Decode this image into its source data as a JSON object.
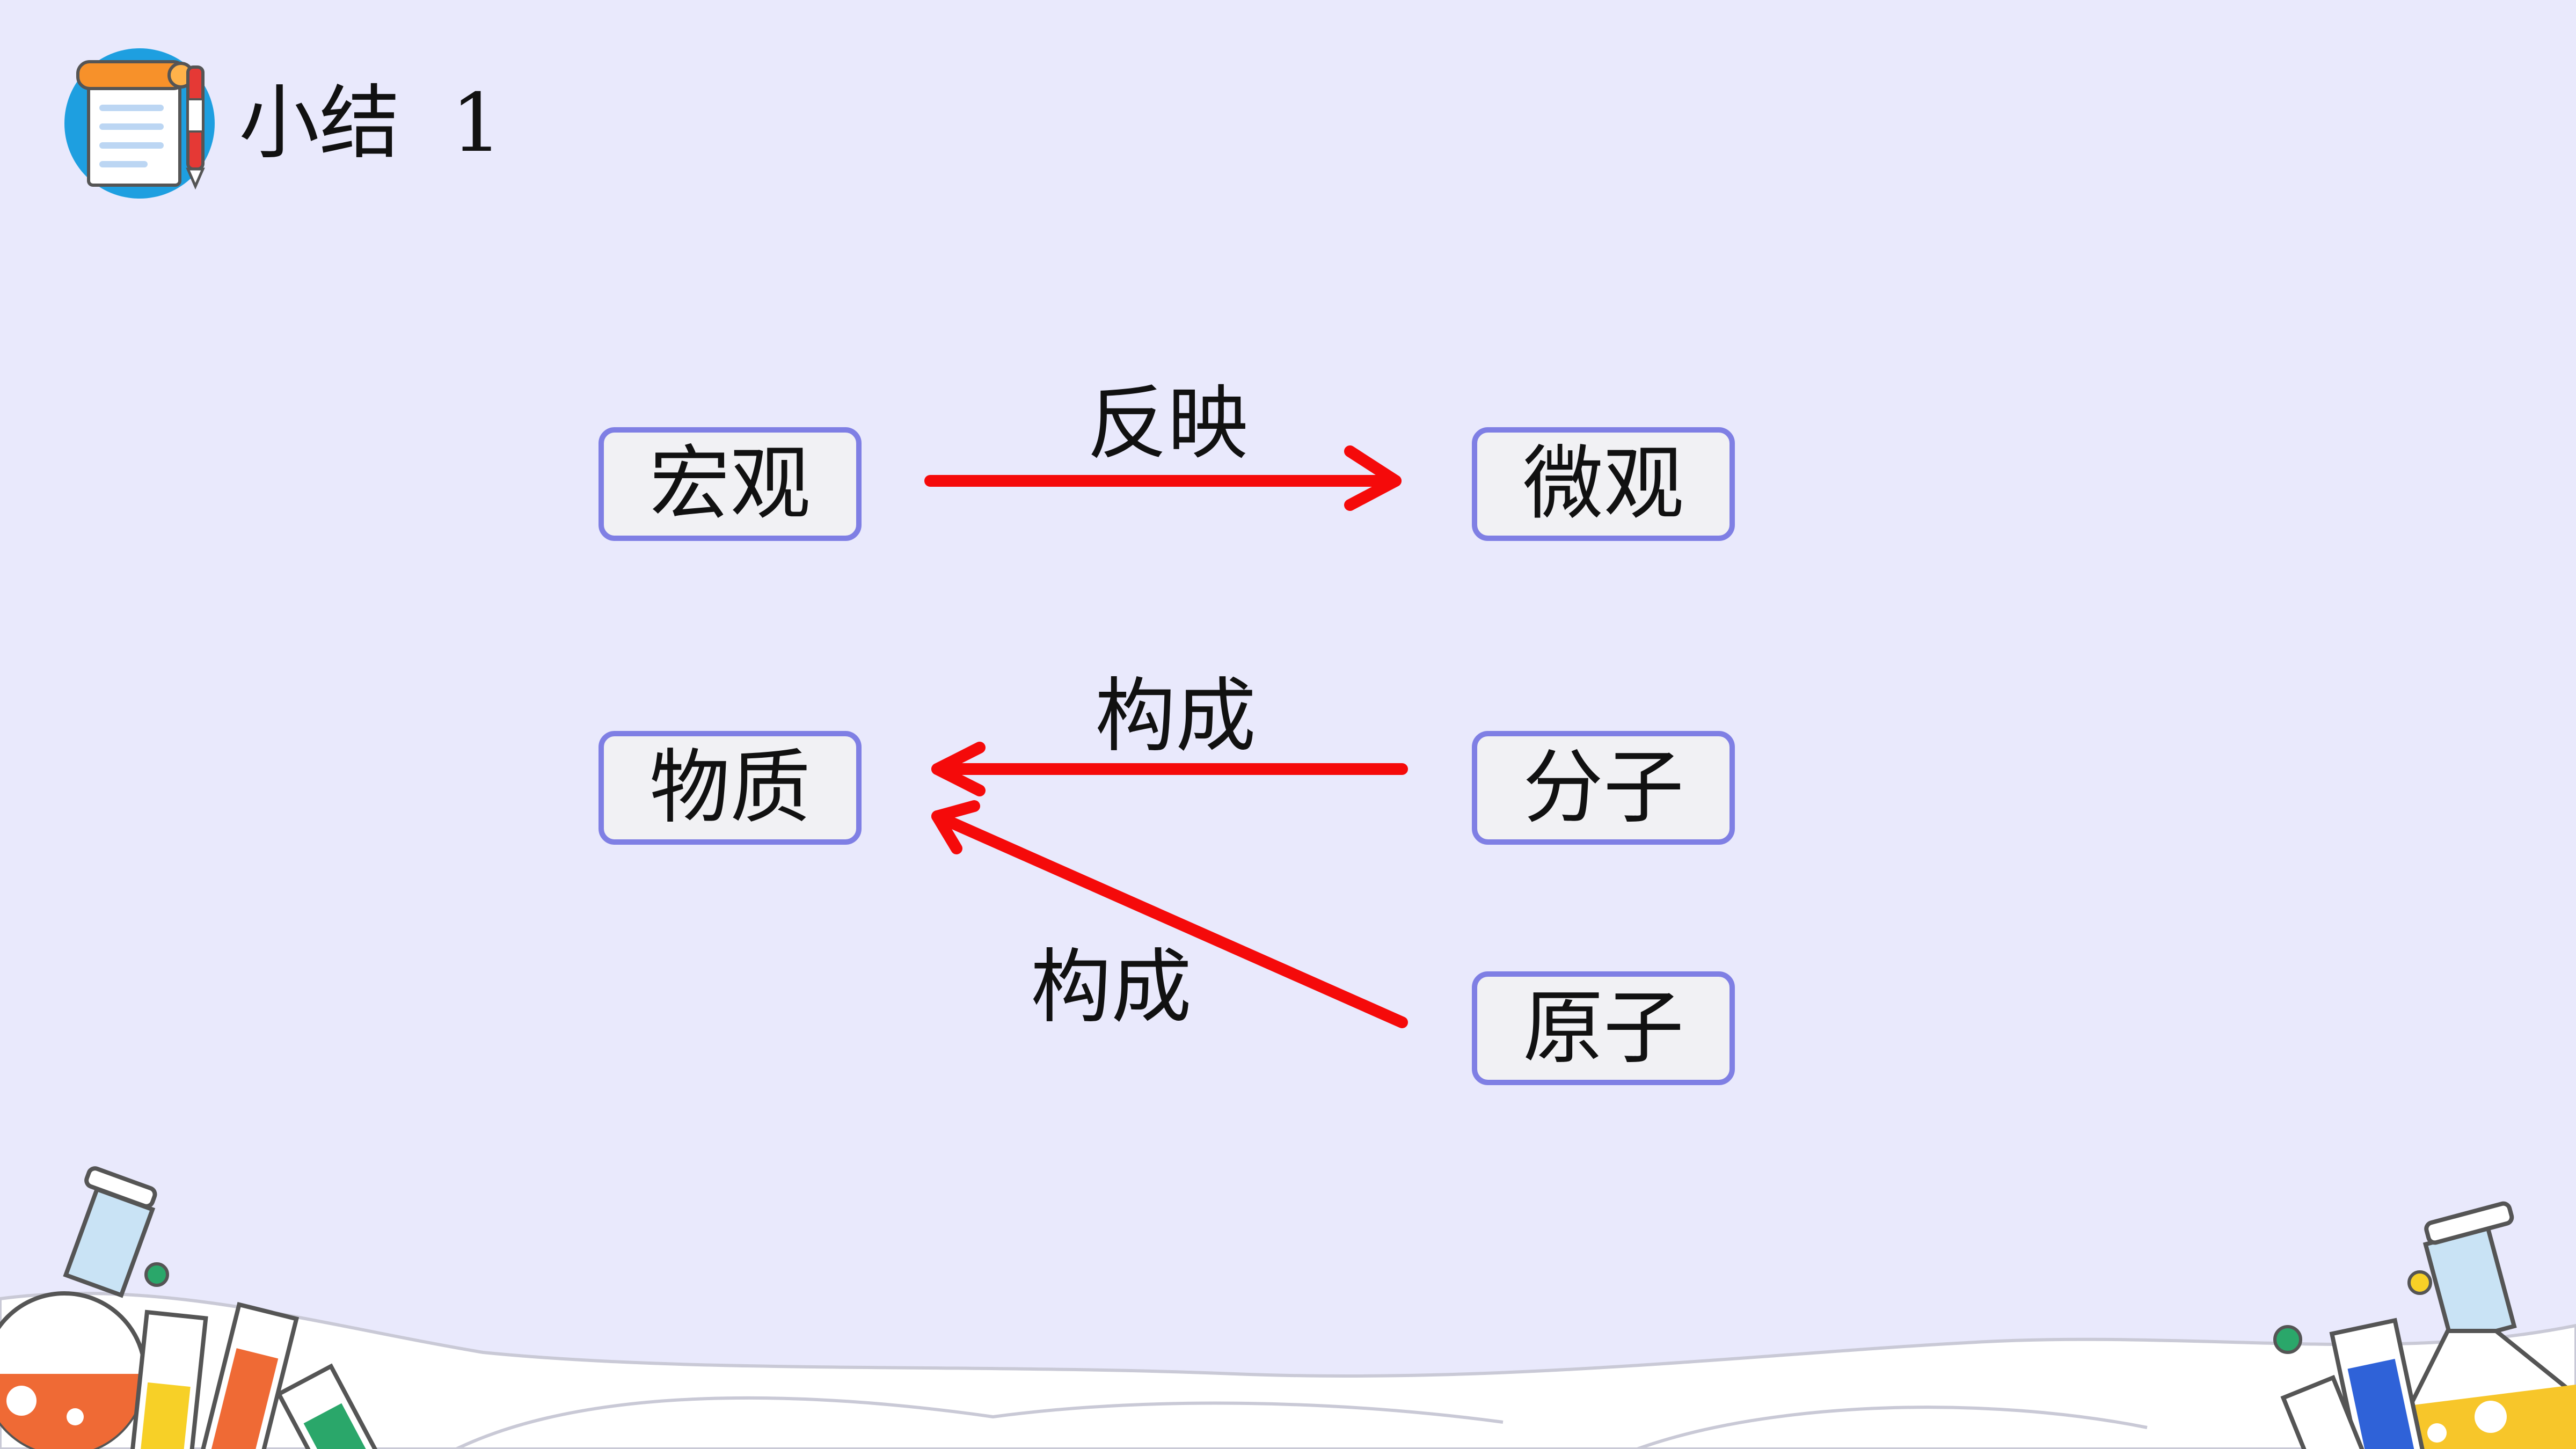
{
  "title": "小结  1",
  "nodes": {
    "macro": "宏观",
    "micro": "微观",
    "substance": "物质",
    "molecule": "分子",
    "atom": "原子"
  },
  "edges": {
    "macro_to_micro": "反映",
    "molecule_to_substance": "构成",
    "atom_to_substance": "构成"
  },
  "colors": {
    "background": "#e9e9fc",
    "arrow": "#f50a0a",
    "node_border": "#7f7fe4",
    "node_fill": "#f1f1f4"
  }
}
